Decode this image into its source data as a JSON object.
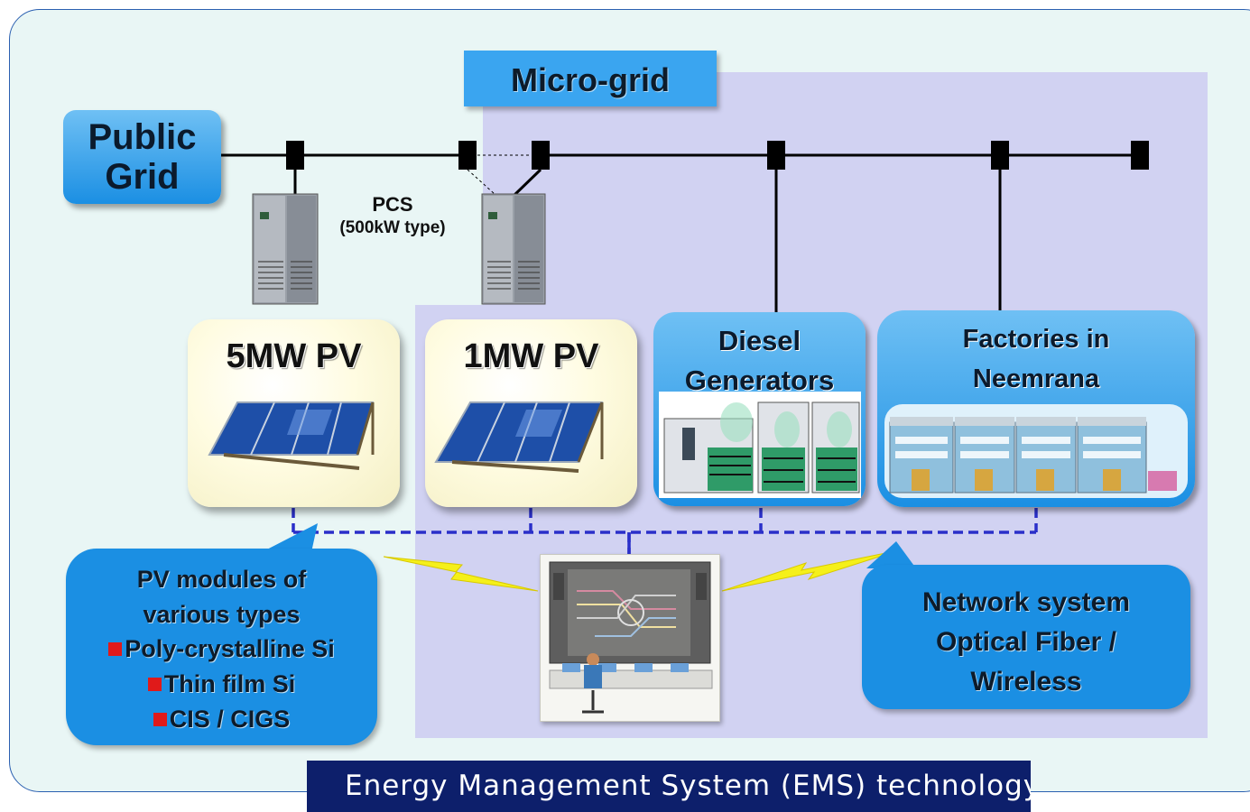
{
  "micro_grid_label": "Micro-grid",
  "public_grid": {
    "line1": "Public",
    "line2": "Grid"
  },
  "pcs": {
    "line1": "PCS",
    "line2": "(500kW type)"
  },
  "pv5": {
    "label": "5MW PV"
  },
  "pv1": {
    "label": "1MW PV"
  },
  "diesel": {
    "line1": "Diesel",
    "line2": "Generators"
  },
  "factories": {
    "line1": "Factories in",
    "line2": "Neemrana"
  },
  "pv_callout": {
    "line1": "PV modules of",
    "line2": "various types",
    "items": [
      "Poly-crystalline Si",
      "Thin film Si",
      "CIS / CIGS"
    ]
  },
  "network_callout": {
    "line1": "Network system",
    "line2": "Optical Fiber /",
    "line3": "Wireless"
  },
  "footer": {
    "text": "Energy Management System (EMS) technology"
  },
  "colors": {
    "frame_bg": "#e9f6f5",
    "microgrid_bg": "#d1d2f2",
    "box_blue": "#1b8fe3",
    "dashed_line": "#2a2fc9",
    "bolt": "#f5f01a",
    "bullet": "#e01a1a",
    "footer_bg": "#0d1f6b"
  }
}
